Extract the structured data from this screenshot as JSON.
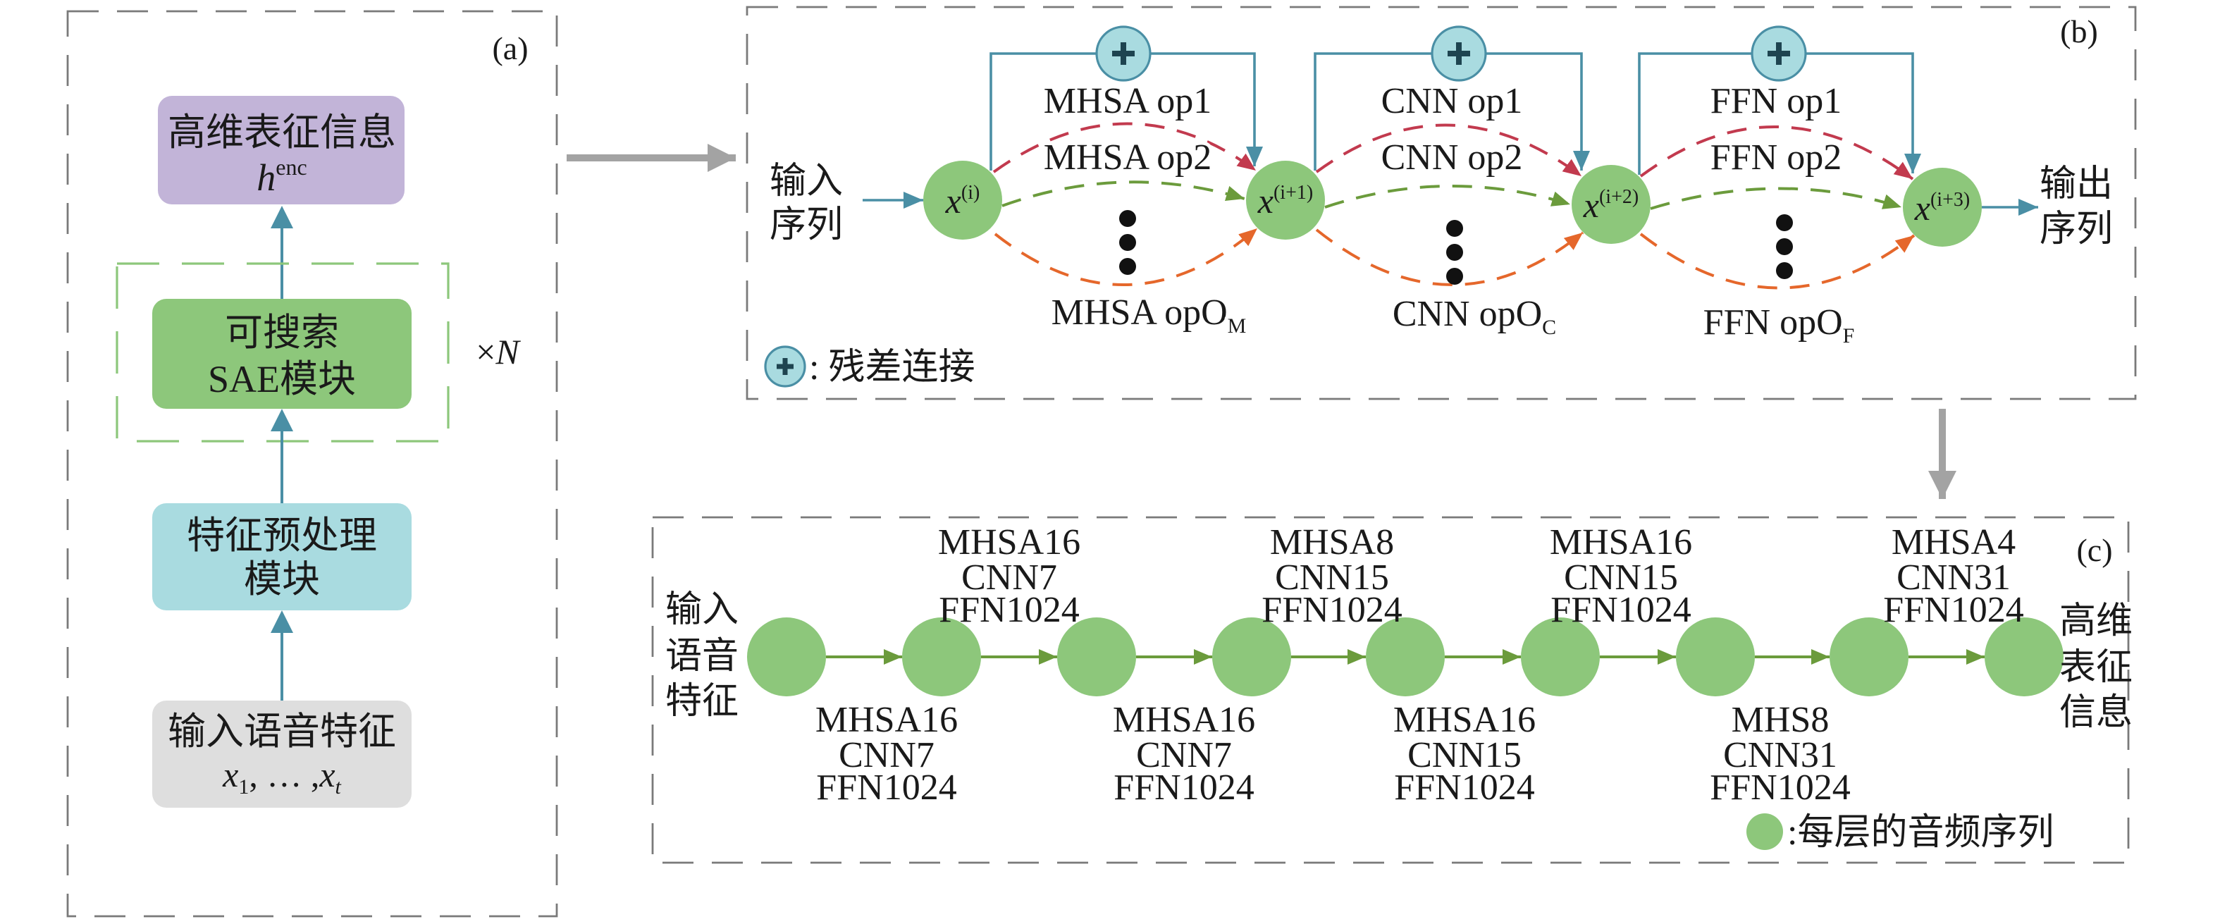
{
  "panel_a": {
    "label": "(a)",
    "output_box": {
      "title": "高维表征信息",
      "symbol": "h",
      "symbol_sup": "enc"
    },
    "sae_box": {
      "line1": "可搜索",
      "line2": "SAE模块"
    },
    "repeat": {
      "times": "×",
      "n": "N"
    },
    "preprocess_box": {
      "line1": "特征预处理",
      "line2": "模块"
    },
    "input_box": {
      "title": "输入语音特征",
      "x_first": "x",
      "x_first_sub": "1",
      "separator": ", … ,",
      "x_last": "x",
      "x_last_sub": "t"
    }
  },
  "panel_b": {
    "label": "(b)",
    "input_label": [
      "输入",
      "序列"
    ],
    "output_label": [
      "输出",
      "序列"
    ],
    "nodes": [
      {
        "base": "x",
        "sup": "(i)"
      },
      {
        "base": "x",
        "sup": "(i+1)"
      },
      {
        "base": "x",
        "sup": "(i+2)"
      },
      {
        "base": "x",
        "sup": "(i+3)"
      }
    ],
    "blocks": [
      {
        "op1": "MHSA op1",
        "op2": "MHSA op2",
        "opN": "MHSA opO",
        "opN_sub": "M"
      },
      {
        "op1": "CNN op1",
        "op2": "CNN op2",
        "opN": "CNN opO",
        "opN_sub": "C"
      },
      {
        "op1": "FFN op1",
        "op2": "FFN op2",
        "opN": "FFN opO",
        "opN_sub": "F"
      }
    ],
    "legend": {
      "text": ": 残差连接"
    }
  },
  "panel_c": {
    "label": "(c)",
    "input_label": [
      "输入",
      "语音",
      "特征"
    ],
    "output_label": [
      "高维",
      "表征",
      "信息"
    ],
    "layers": [
      {
        "mhsa": "MHSA16",
        "cnn": "CNN7",
        "ffn": "FFN1024"
      },
      {
        "mhsa": "MHSA16",
        "cnn": "CNN7",
        "ffn": "FFN1024"
      },
      {
        "mhsa": "MHSA16",
        "cnn": "CNN7",
        "ffn": "FFN1024"
      },
      {
        "mhsa": "MHSA8",
        "cnn": "CNN15",
        "ffn": "FFN1024"
      },
      {
        "mhsa": "MHSA16",
        "cnn": "CNN15",
        "ffn": "FFN1024"
      },
      {
        "mhsa": "MHSA16",
        "cnn": "CNN15",
        "ffn": "FFN1024"
      },
      {
        "mhsa": "MHS8",
        "cnn": "CNN31",
        "ffn": "FFN1024"
      },
      {
        "mhsa": "MHSA4",
        "cnn": "CNN31",
        "ffn": "FFN1024"
      }
    ],
    "legend": {
      "text": ":每层的音频序列"
    }
  },
  "colors": {
    "node_green": "#8dc77b",
    "teal": "#4a8fa5",
    "purple_box": "#c2b4d8",
    "cyan_box": "#a9dbe0",
    "gray_box": "#dedede",
    "red_path": "#c23a4e",
    "green_path": "#6b9b3c",
    "orange_path": "#e5672b",
    "gray_arrow": "#a3a3a3"
  }
}
